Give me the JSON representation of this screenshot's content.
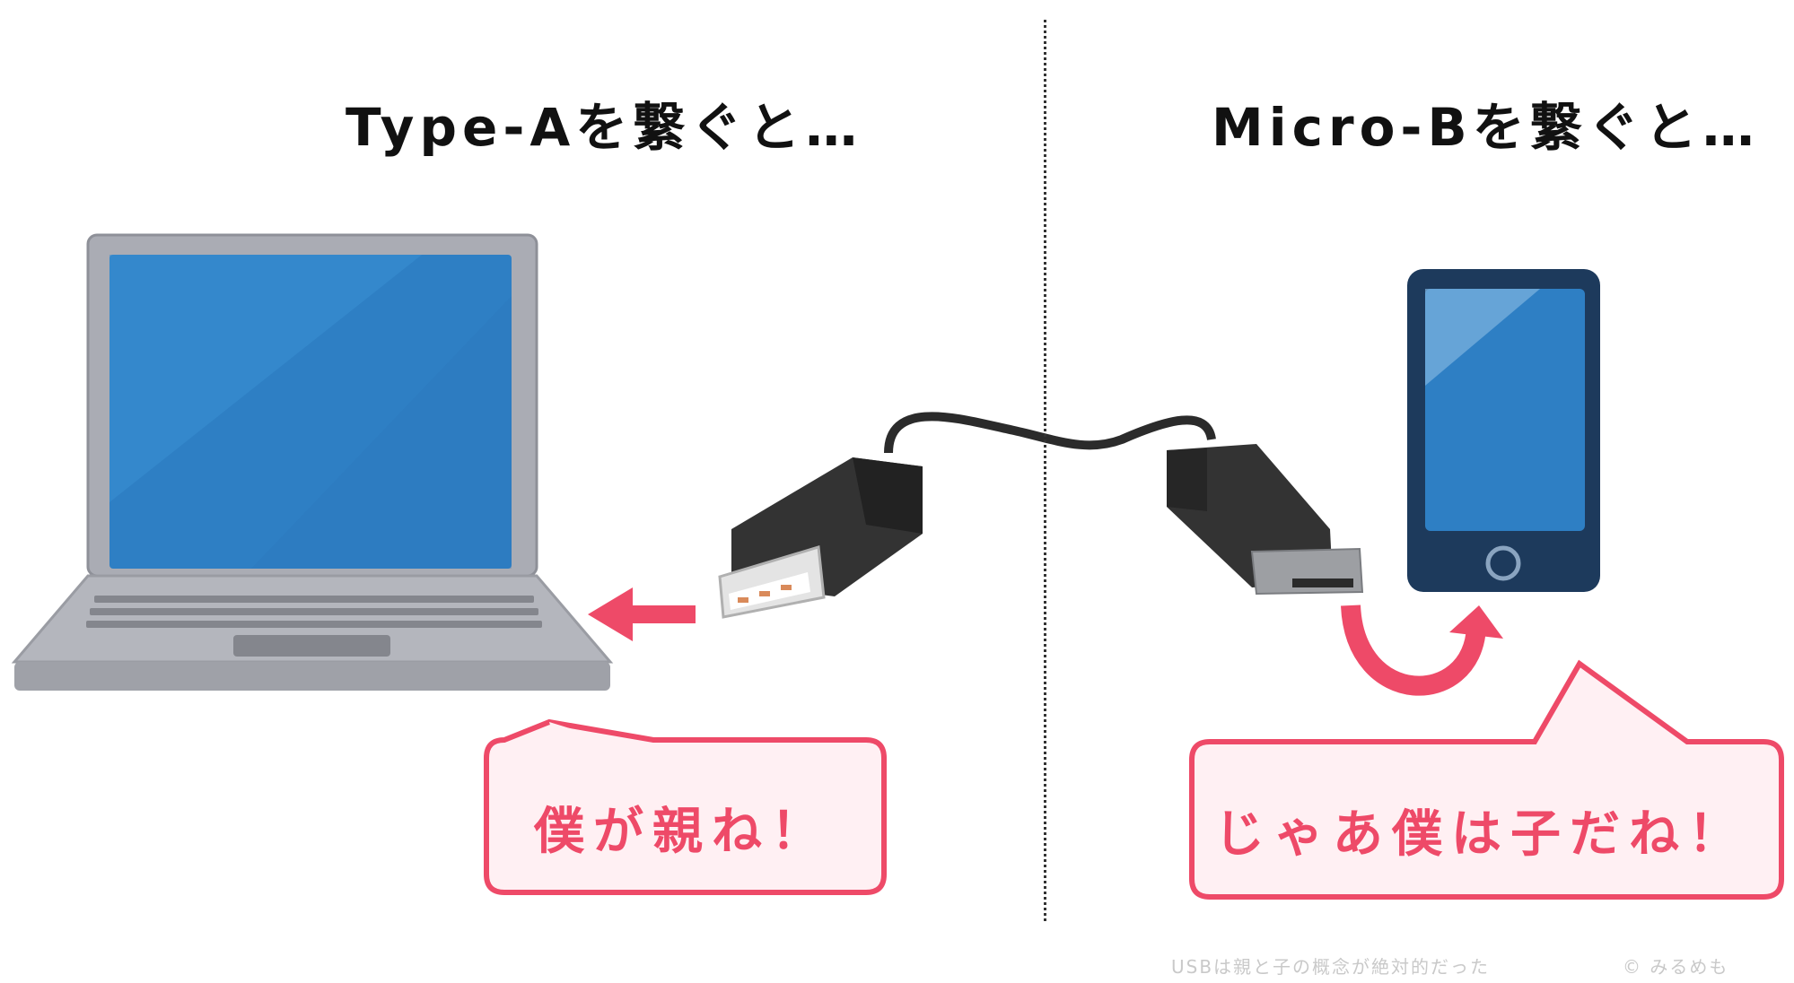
{
  "headings": {
    "left": "Type-Aを繋ぐと…",
    "right": "Micro-Bを繋ぐと…"
  },
  "bubbles": {
    "left": "僕が親ね！",
    "right": "じゃあ僕は子だね！"
  },
  "footer": {
    "caption": "USBは親と子の概念が絶対的だった",
    "copyright": "© みるめも"
  },
  "colors": {
    "accent": "#ee4a68",
    "bubble_fill": "#fff0f3",
    "screen_blue": "#2e7fc4",
    "laptop_gray": "#a8aab2",
    "phone_navy": "#1d3a5c",
    "cable_black": "#2b2b2b"
  }
}
